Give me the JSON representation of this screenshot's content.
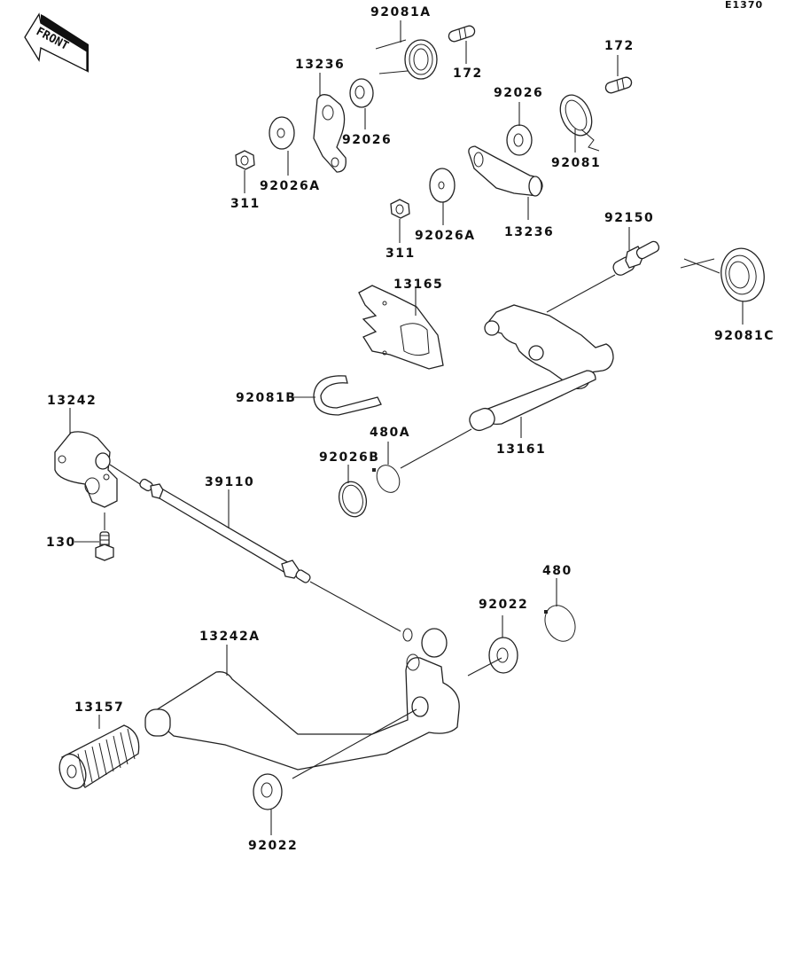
{
  "diagram": {
    "code": "E1370",
    "front_label": "FRONT",
    "callouts": {
      "p92081A": "92081A",
      "p172a": "172",
      "p172b": "172",
      "p13236a": "13236",
      "p13236b": "13236",
      "p92026a": "92026",
      "p92026b": "92026",
      "p92026Aa": "92026A",
      "p92026Ab": "92026A",
      "p311a": "311",
      "p311b": "311",
      "p92081": "92081",
      "p92150": "92150",
      "p92081C": "92081C",
      "p13165": "13165",
      "p92081B": "92081B",
      "p13242": "13242",
      "p480A": "480A",
      "p92026B": "92026B",
      "p13161": "13161",
      "p39110": "39110",
      "p130": "130",
      "p480": "480",
      "p92022a": "92022",
      "p92022b": "92022",
      "p13242A": "13242A",
      "p13157": "13157"
    }
  }
}
